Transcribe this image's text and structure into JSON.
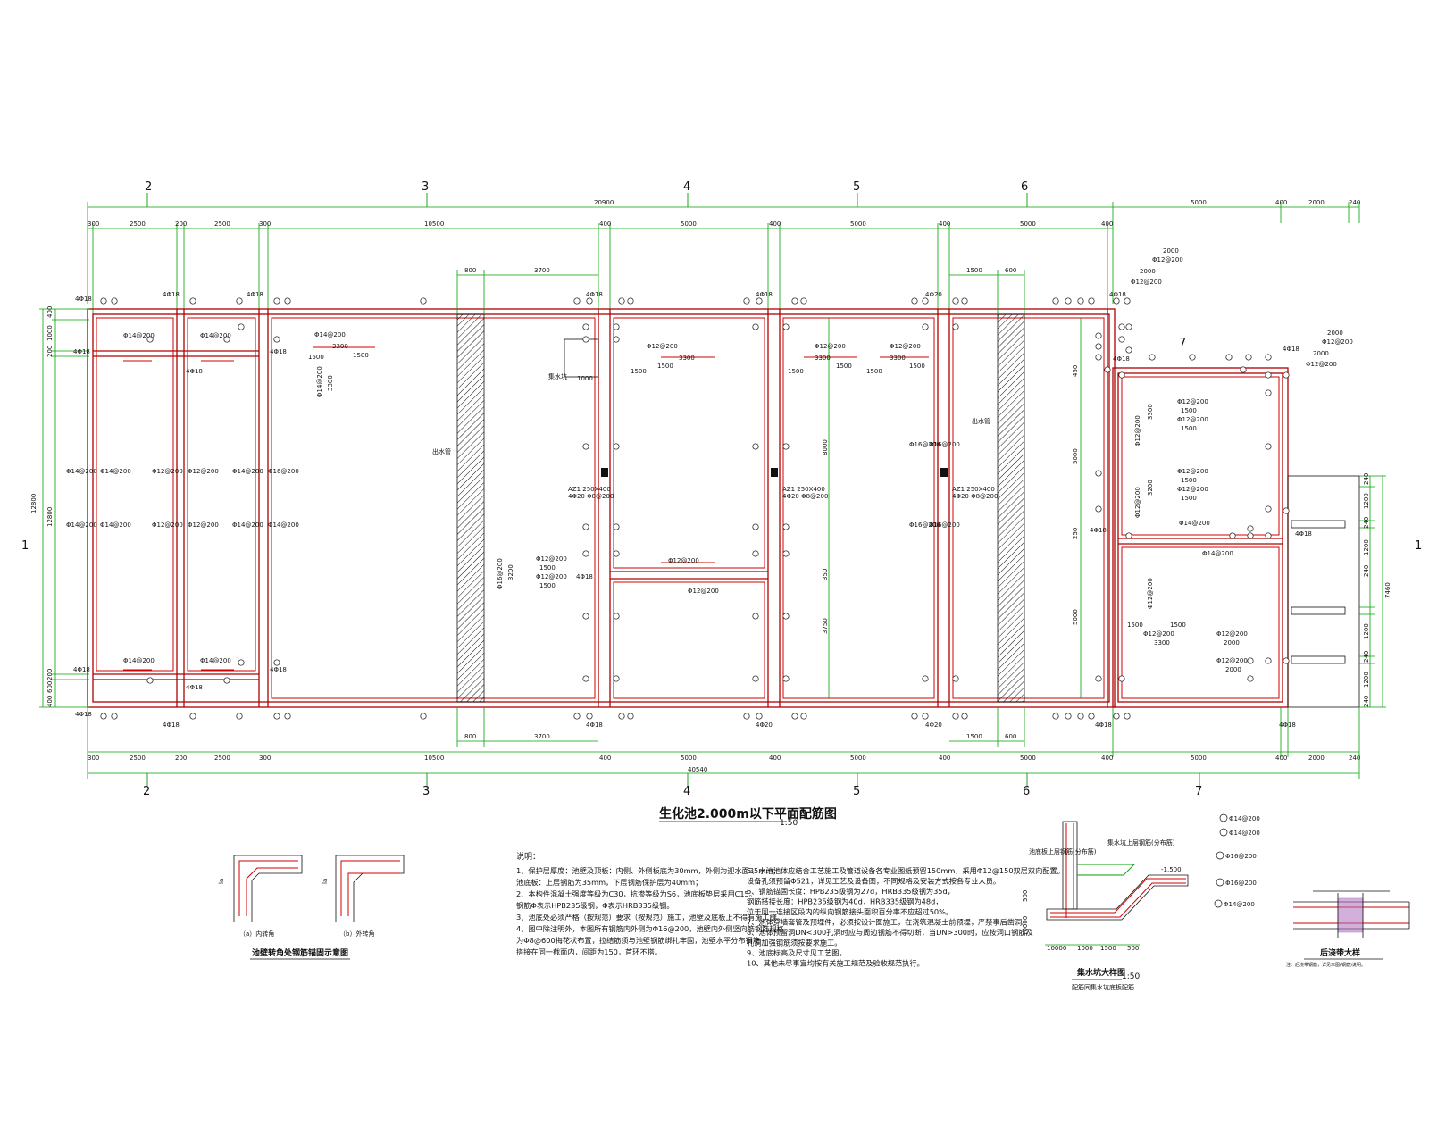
{
  "drawing": {
    "main_title": "生化池2.000m以下平面配筋图",
    "main_scale": "1:50",
    "axis_top": [
      "2",
      "3",
      "4",
      "5",
      "6"
    ],
    "axis_bottom": [
      "2",
      "3",
      "4",
      "5",
      "6",
      "7"
    ],
    "axis_side": "1",
    "axis_inner": "7",
    "overall_top": "20900",
    "overall_bottom": "40540",
    "left_height": "12800",
    "right_height": "7460",
    "dims_top": [
      "300",
      "2500",
      "200",
      "2500",
      "300",
      "10500",
      "400",
      "5000",
      "400",
      "5000",
      "400",
      "5000",
      "400"
    ],
    "dims_top_right": [
      "5000",
      "400",
      "2000",
      "240"
    ],
    "dims_bottom": [
      "300",
      "2500",
      "200",
      "2500",
      "300",
      "10500",
      "400",
      "5000",
      "400",
      "5000",
      "400",
      "5000",
      "400",
      "5000",
      "400",
      "2000",
      "240"
    ],
    "dims_left": [
      "400",
      "1000",
      "200",
      "12800",
      "200",
      "600",
      "400"
    ],
    "dims_right": [
      "240",
      "1200",
      "240",
      "1200",
      "240",
      "1200",
      "240",
      "1200",
      "240"
    ],
    "inner_dims": [
      "800",
      "3700",
      "1500",
      "600",
      "8000",
      "3750",
      "350",
      "5000",
      "5000",
      "450",
      "250"
    ],
    "rebar": {
      "r14": "Φ14@200",
      "r12": "Φ12@200",
      "r16": "Φ16@200",
      "r12b": "Φ12@200",
      "len3300": "3300",
      "len1500": "1500",
      "len1000": "1000",
      "len2000": "2000",
      "len3200": "3200",
      "len1200": "1200",
      "corner": "4Φ18",
      "corner20": "4Φ20",
      "beam": "AZ1 250X400",
      "beam_bars": "4Φ20 Φ8@200"
    },
    "labels": {
      "pipe": "出水管",
      "sump": "集水坑"
    },
    "detail1": {
      "title": "池壁转角处钢筋锚固示意图",
      "a": "（a）内转角",
      "b": "（b）外转角",
      "dim": "la"
    },
    "detail2": {
      "title": "集水坑大样图",
      "scale": "1:50",
      "subtitle": "配筋同集水坑底板配筋",
      "label1": "池底板上层钢筋(分布筋)",
      "label2": "集水坑上层钢筋(分布筋)",
      "level": "-1.500",
      "dims": [
        "10000",
        "500",
        "10000",
        "1000",
        "1500",
        "500"
      ],
      "legend": [
        "Φ14@200",
        "Φ14@200",
        "Φ16@200",
        "Φ16@200",
        "Φ14@200"
      ]
    },
    "detail3": {
      "title": "后浇带大样",
      "note": "注：后浇带钢筋，详见本图(钢筋)说明。"
    },
    "notes": {
      "title": "说明：",
      "items": [
        "1、保护层厚度：池壁及顶板：内侧、外侧板底为30mm，外侧为迎水面35mm；",
        "   池底板：上层钢筋为35mm，下层钢筋保护层为40mm；",
        "2、本构件混凝土强度等级为C30，抗渗等级为S6，池底板垫层采用C15。",
        "   钢筋Φ表示HPB235级钢，Φ表示HRB335级钢。",
        "3、池底处必须严格（按规范）要求（按规范）施工，池壁及底板上不得有施工缝。",
        "4、图中除注明外，本图所有钢筋内外侧为Φ16@200，池壁内外侧竖向筋钢筋规格",
        "   为Φ8@600梅花状布置，拉结筋须与池壁钢筋绑扎牢固，池壁水平分布钢筋",
        "   搭接在同一截面内，间距为150，首环不搭。",
        "5、水池池体应结合工艺施工及管道设备各专业图纸预留150mm，采用Φ12@150双层双向配置。",
        "   设备孔须预留Φ521，详见工艺及设备图，不同规格及安装方式按各专业人员。",
        "6、钢筋锚固长度：HPB235级钢为27d，HRB335级钢为35d，",
        "   钢筋搭接长度：HPB235级钢为40d，HRB335级钢为48d，",
        "   位于同一连接区段内的纵向钢筋接头面积百分率不应超过50%。",
        "7、池体穿墙套管及预埋件，必须按设计图施工，在浇筑混凝土前预埋，严禁事后凿洞。",
        "8、池体预留洞DN<300孔洞时应与周边钢筋不得切断，当DN>300时，应按洞口钢筋及",
        "   孔洞加强钢筋须按要求施工。",
        "9、池底标高及尺寸见工艺图。",
        "10、其他未尽事宜均按有关施工规范及验收规范执行。"
      ]
    }
  }
}
